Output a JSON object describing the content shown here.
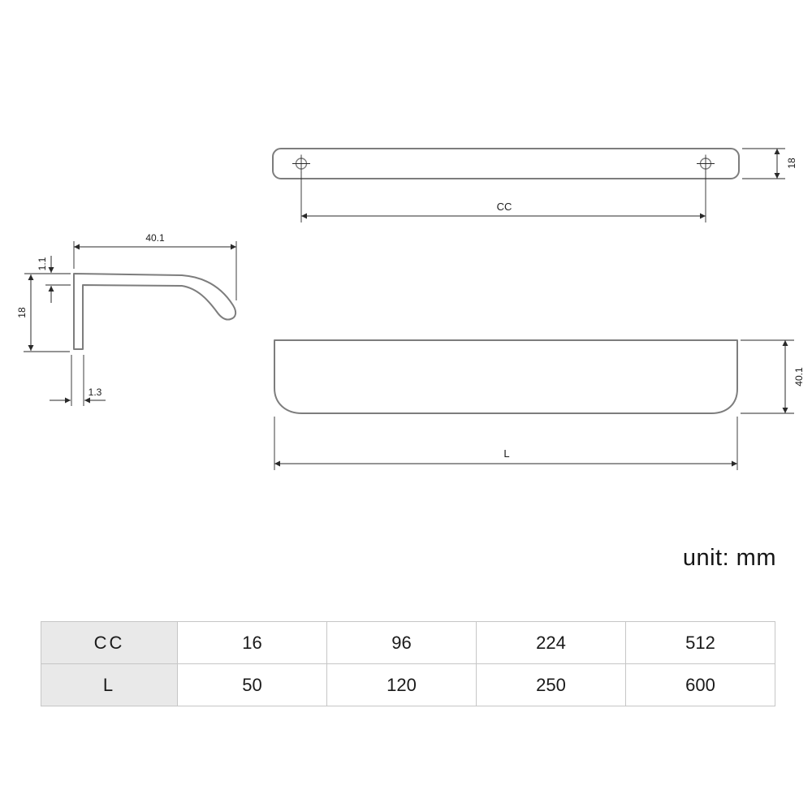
{
  "drawing": {
    "top_view": {
      "height_dim": "18",
      "cc_dim": "CC"
    },
    "profile_view": {
      "width_dim": "40.1",
      "lip_dim": "1.1",
      "height_dim": "18",
      "thickness_dim": "1.3"
    },
    "front_view": {
      "height_dim": "40.1",
      "length_dim": "L"
    }
  },
  "unit_label": "unit: mm",
  "spec_table": {
    "rows": [
      {
        "header": "CC",
        "values": [
          "16",
          "96",
          "224",
          "512"
        ]
      },
      {
        "header": "L",
        "values": [
          "50",
          "120",
          "250",
          "600"
        ]
      }
    ]
  }
}
